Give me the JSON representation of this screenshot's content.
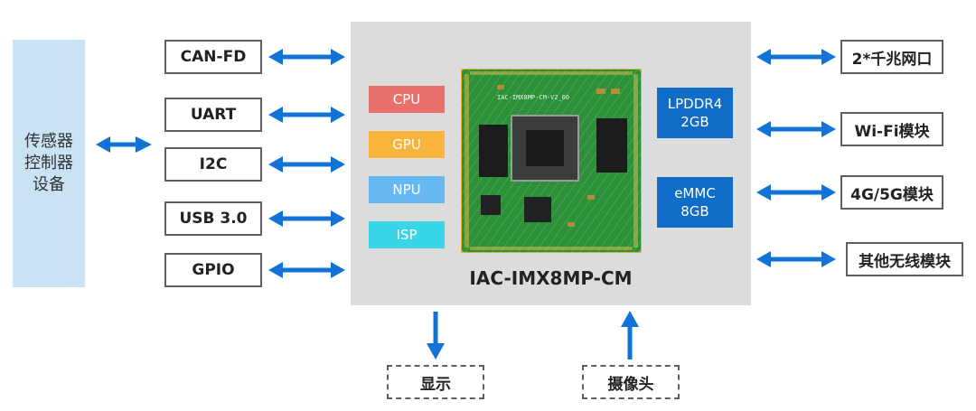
{
  "sensor": {
    "lines": [
      "传感器",
      "控制器",
      "设备"
    ]
  },
  "left_interfaces": [
    "CAN-FD",
    "UART",
    "I2C",
    "USB 3.0",
    "GPIO"
  ],
  "right_interfaces": [
    "2*千兆网口",
    "Wi-Fi模块",
    "4G/5G模块",
    "其他无线模块"
  ],
  "processors": [
    {
      "label": "CPU",
      "color": "#e8716e"
    },
    {
      "label": "GPU",
      "color": "#f8b43c"
    },
    {
      "label": "NPU",
      "color": "#66b8f2"
    },
    {
      "label": "ISP",
      "color": "#38d6e6"
    }
  ],
  "memory": [
    {
      "line1": "LPDDR4",
      "line2": "2GB"
    },
    {
      "line1": "eMMC",
      "line2": "8GB"
    }
  ],
  "board": {
    "title": "IAC-IMX8MP-CM",
    "silkscreen": "IAC-IMX8MP-CM-V2_00"
  },
  "bottom": {
    "display": "显示",
    "camera": "摄像头"
  },
  "colors": {
    "arrow": "#1273d6",
    "pcb": "#2f8f3a",
    "board_bg": "#dcdcdc",
    "sensor_bg": "#c9e3f5"
  }
}
